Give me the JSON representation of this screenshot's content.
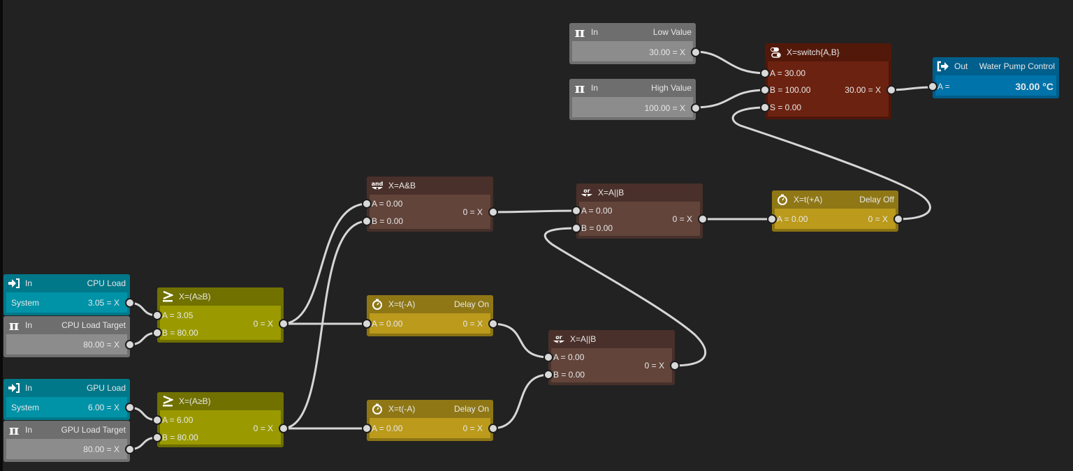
{
  "canvas": {
    "background": "#222222"
  },
  "nodes": {
    "low_value": {
      "kind": "In",
      "title": "Low Value",
      "icon": "pi-icon",
      "output": "30.00 = X"
    },
    "high_value": {
      "kind": "In",
      "title": "High Value",
      "icon": "pi-icon",
      "output": "100.00 = X"
    },
    "switch": {
      "formula": "X=switch{A,B}",
      "icon": "switch-icon",
      "in_a": "A = 30.00",
      "in_b": "B = 100.00",
      "in_s": "S =  0.00",
      "output": "30.00 = X"
    },
    "water_pump": {
      "kind": "Out",
      "title": "Water Pump Control",
      "icon": "sign-out-icon",
      "in_a": "A =",
      "value": "30.00 °C"
    },
    "and_gate": {
      "formula": "X=A&B",
      "icon": "and-icon",
      "icon_text": "and",
      "in_a": "A = 0.00",
      "in_b": "B = 0.00",
      "output": "0 = X"
    },
    "or_gate_top": {
      "formula": "X=A||B",
      "icon": "or-icon",
      "icon_text": "or",
      "in_a": "A = 0.00",
      "in_b": "B = 0.00",
      "output": "0 = X"
    },
    "delay_off": {
      "formula": "X=t(+A)",
      "title": "Delay Off",
      "icon": "stopwatch-icon",
      "in_a": "A = 0.00",
      "output": "0 = X"
    },
    "cpu_load": {
      "kind": "In",
      "title": "CPU Load",
      "icon": "sign-in-icon",
      "source": "System",
      "output": "3.05 = X"
    },
    "cpu_target": {
      "kind": "In",
      "title": "CPU Load Target",
      "icon": "pi-icon",
      "output": "80.00 = X"
    },
    "cpu_compare": {
      "formula": "X=(A≥B)",
      "icon": "greater-equal-icon",
      "in_a": "A = 3.05",
      "in_b": "B = 80.00",
      "output": "0 = X"
    },
    "delay_on_1": {
      "formula": "X=t(-A)",
      "title": "Delay On",
      "icon": "stopwatch-icon",
      "in_a": "A = 0.00",
      "output": "0 = X"
    },
    "or_gate_bottom": {
      "formula": "X=A||B",
      "icon": "or-icon",
      "icon_text": "or",
      "in_a": "A = 0.00",
      "in_b": "B = 0.00",
      "output": "0 = X"
    },
    "gpu_load": {
      "kind": "In",
      "title": "GPU Load",
      "icon": "sign-in-icon",
      "source": "System",
      "output": "6.00 = X"
    },
    "gpu_target": {
      "kind": "In",
      "title": "GPU Load Target",
      "icon": "pi-icon",
      "output": "80.00 = X"
    },
    "gpu_compare": {
      "formula": "X=(A≥B)",
      "icon": "greater-equal-icon",
      "in_a": "A = 6.00",
      "in_b": "B = 80.00",
      "output": "0 = X"
    },
    "delay_on_2": {
      "formula": "X=t(-A)",
      "title": "Delay On",
      "icon": "stopwatch-icon",
      "in_a": "A = 0.00",
      "output": "0 = X"
    }
  },
  "connections": [
    {
      "from": "low_value.X",
      "to": "switch.A"
    },
    {
      "from": "high_value.X",
      "to": "switch.B"
    },
    {
      "from": "switch.X",
      "to": "water_pump.A"
    },
    {
      "from": "delay_off.X",
      "to": "switch.S"
    },
    {
      "from": "and_gate.X",
      "to": "or_gate_top.A"
    },
    {
      "from": "or_gate_top.X",
      "to": "delay_off.A"
    },
    {
      "from": "or_gate_bottom.X",
      "to": "or_gate_top.B"
    },
    {
      "from": "cpu_load.X",
      "to": "cpu_compare.A"
    },
    {
      "from": "cpu_target.X",
      "to": "cpu_compare.B"
    },
    {
      "from": "gpu_load.X",
      "to": "gpu_compare.A"
    },
    {
      "from": "gpu_target.X",
      "to": "gpu_compare.B"
    },
    {
      "from": "cpu_compare.X",
      "to": "and_gate.A"
    },
    {
      "from": "cpu_compare.X",
      "to": "delay_on_1.A"
    },
    {
      "from": "gpu_compare.X",
      "to": "and_gate.B"
    },
    {
      "from": "gpu_compare.X",
      "to": "delay_on_2.A"
    },
    {
      "from": "delay_on_1.X",
      "to": "or_gate_bottom.A"
    },
    {
      "from": "delay_on_2.X",
      "to": "or_gate_bottom.B"
    }
  ]
}
